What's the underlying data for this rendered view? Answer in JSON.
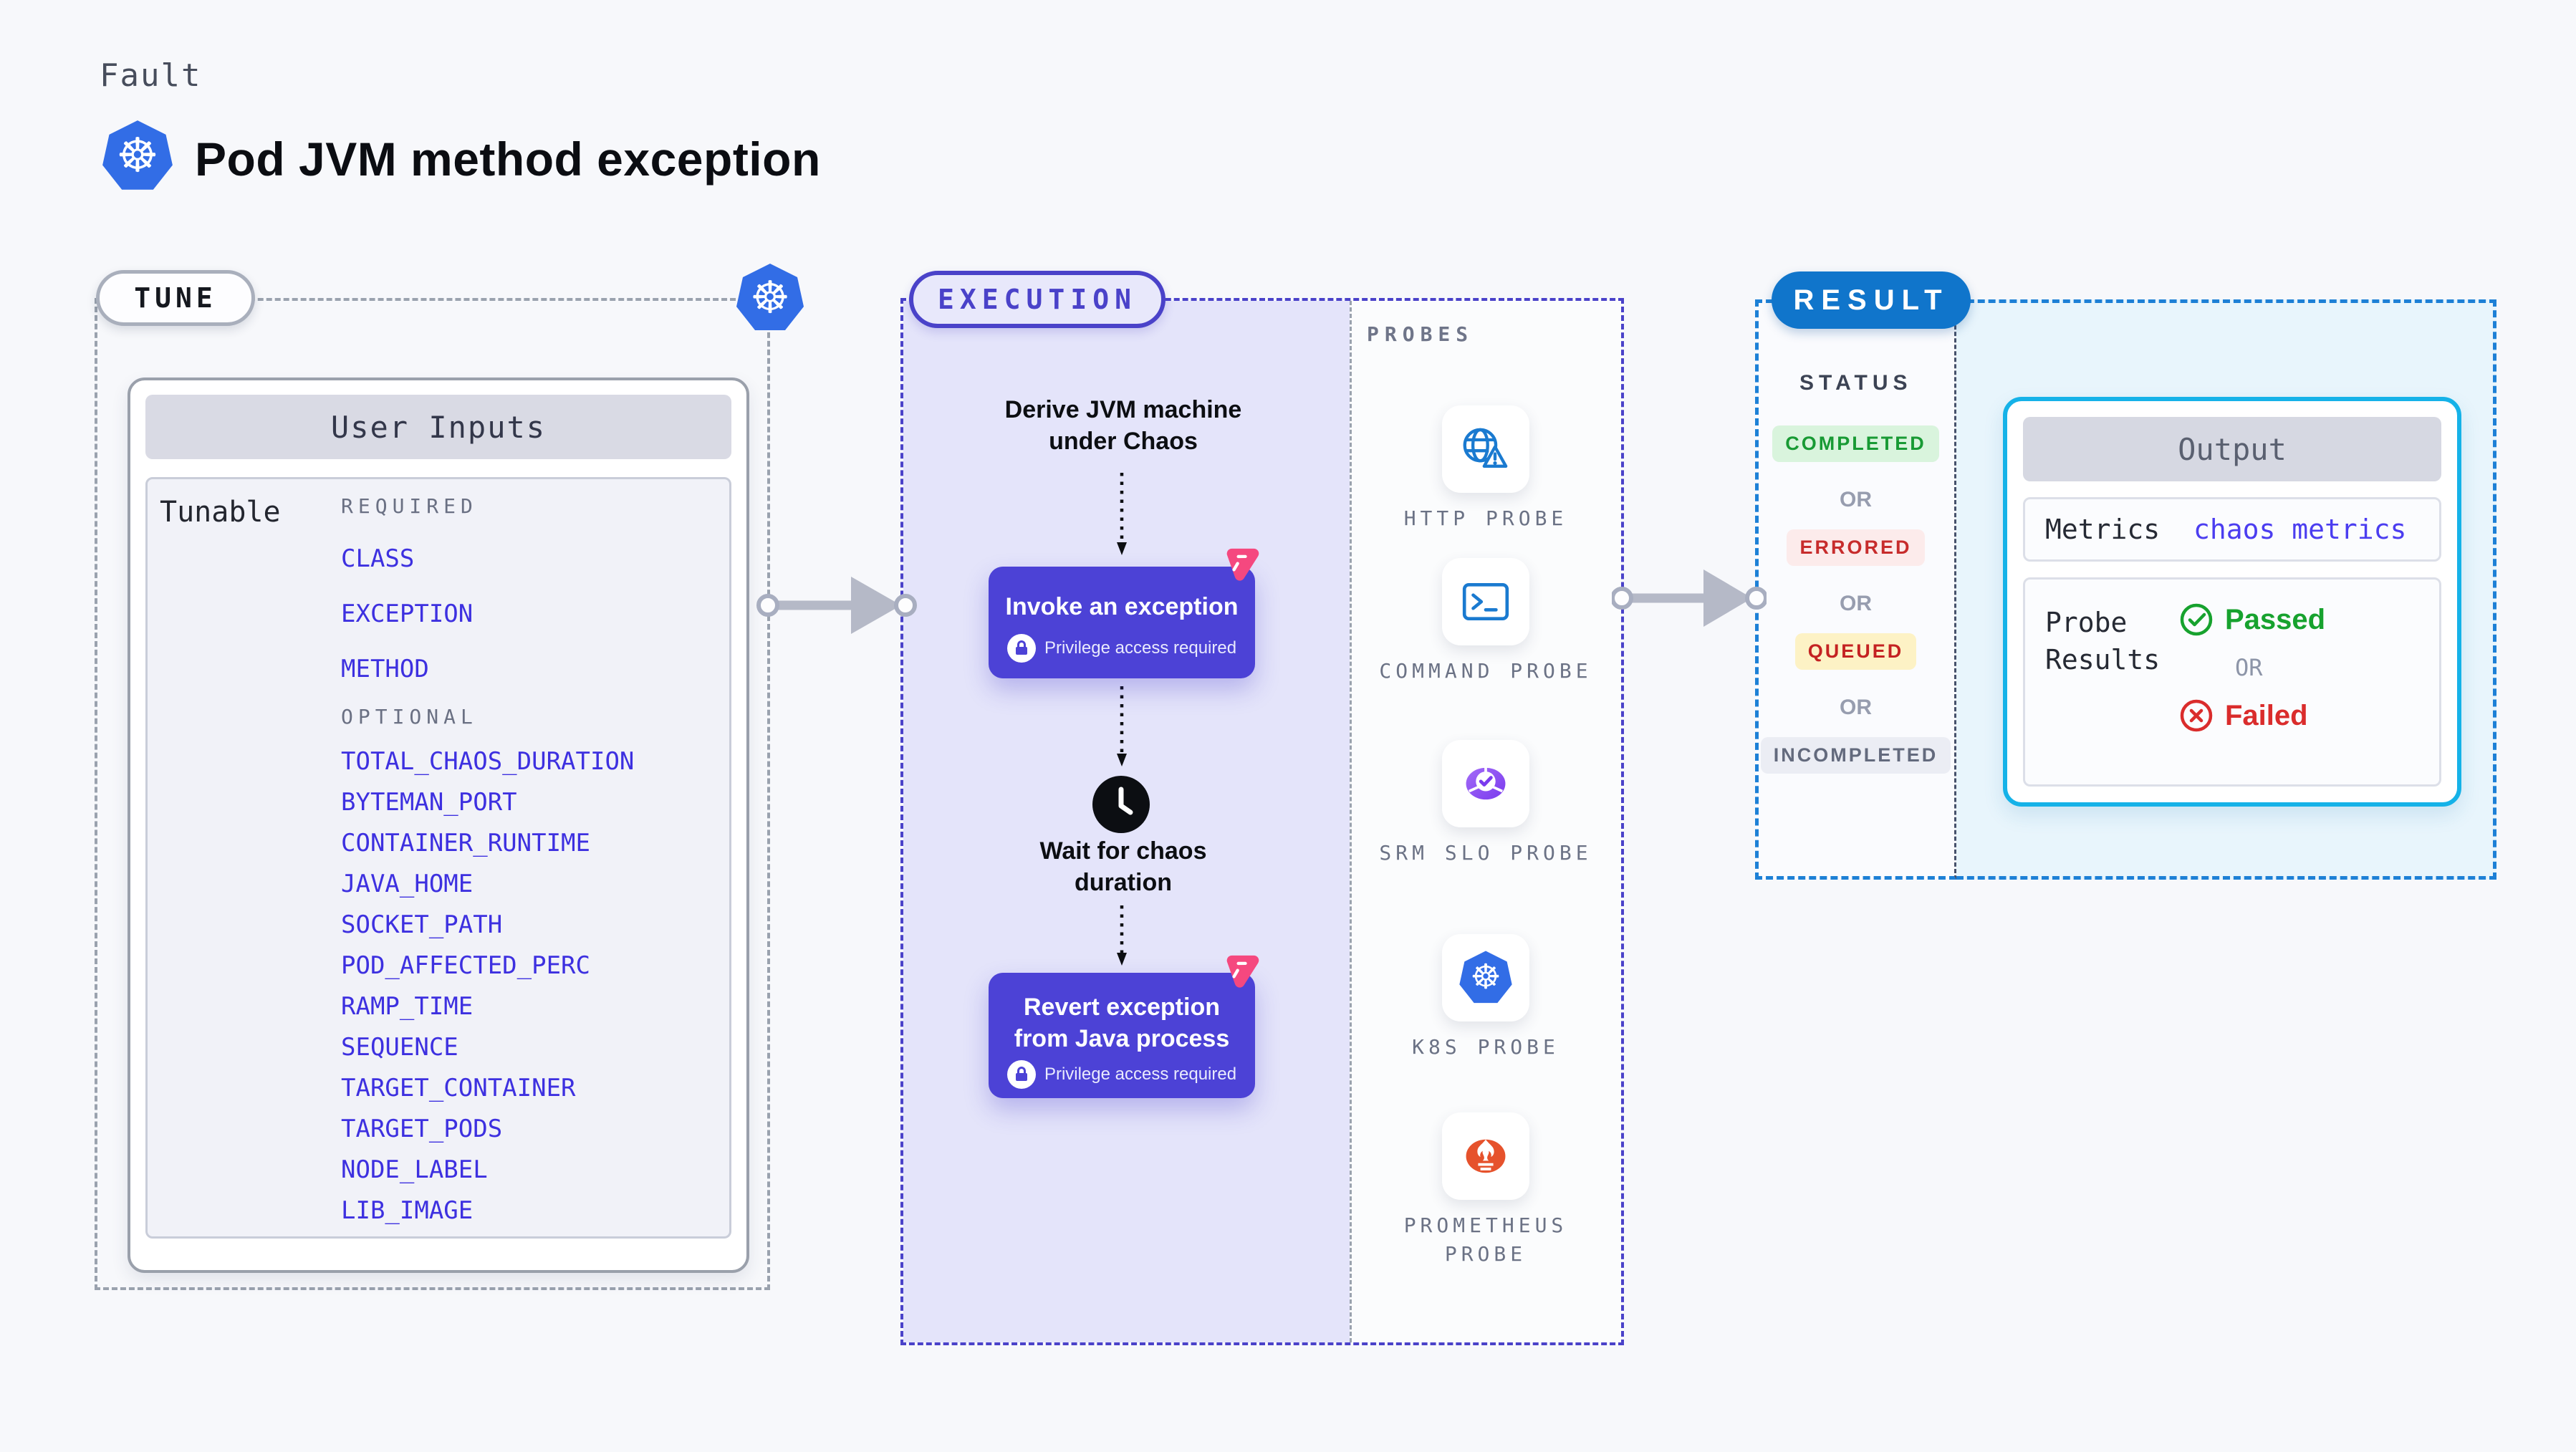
{
  "colors": {
    "page-bg": "#f7f8fb",
    "k8s-blue": "#326de6",
    "indigo": "#4c42d6",
    "indigo-border": "#4a42c9",
    "lavender": "#e4e4fa",
    "param-blue": "#3d30e0",
    "gray-border": "#9aa2ae",
    "muted": "#6f7589",
    "result-blue": "#1075cb",
    "result-dash": "#1d80d6",
    "cyan-border": "#15b2e8",
    "cyan-bg": "#e8f5fc",
    "green": "#18a133",
    "red": "#d32f2f",
    "pink": "#f5487f",
    "prometheus-orange": "#e6522c",
    "badge-completed-bg": "#d9f4dd",
    "badge-completed-fg": "#189a34",
    "badge-errored-bg": "#fcebeb",
    "badge-errored-fg": "#c72c2c",
    "badge-queued-bg": "#fdf2c5",
    "badge-queued-fg": "#c42222",
    "badge-incompleted-bg": "#ebedf4",
    "badge-incompleted-fg": "#636a7d"
  },
  "header": {
    "eyebrow": "Fault",
    "title": "Pod JVM method exception"
  },
  "icons": {
    "kubernetes": "☸",
    "lock": "padlock",
    "clock": "clock-face",
    "chaos": "chaos-spark",
    "http": "globe-alert",
    "command": "terminal",
    "srm": "slo-gauge",
    "prometheus": "flame-torch"
  },
  "tune": {
    "label": "TUNE",
    "card_title": "User Inputs",
    "row_label": "Tunable",
    "required_label": "REQUIRED",
    "required": [
      "CLASS",
      "EXCEPTION",
      "METHOD"
    ],
    "optional_label": "OPTIONAL",
    "optional": [
      "TOTAL_CHAOS_DURATION",
      "BYTEMAN_PORT",
      "CONTAINER_RUNTIME",
      "JAVA_HOME",
      "SOCKET_PATH",
      "POD_AFFECTED_PERC",
      "RAMP_TIME",
      "SEQUENCE",
      "TARGET_CONTAINER",
      "TARGET_PODS",
      "NODE_LABEL",
      "LIB_IMAGE"
    ]
  },
  "execution": {
    "label": "EXECUTION",
    "derive_line1": "Derive JVM machine",
    "derive_line2": "under Chaos",
    "invoke_title": "Invoke an exception",
    "privilege_badge": "Privilege access required",
    "wait_line1": "Wait for chaos",
    "wait_line2": "duration",
    "revert_line1": "Revert exception",
    "revert_line2": "from Java process"
  },
  "probes": {
    "label": "PROBES",
    "items": [
      {
        "name": "HTTP PROBE",
        "icon": "globe-alert-icon"
      },
      {
        "name": "COMMAND PROBE",
        "icon": "terminal-icon"
      },
      {
        "name": "SRM SLO PROBE",
        "icon": "slo-gauge-icon"
      },
      {
        "name": "K8S PROBE",
        "icon": "kubernetes-icon"
      },
      {
        "name": "PROMETHEUS PROBE",
        "icon": "prometheus-icon"
      }
    ]
  },
  "result": {
    "label": "RESULT",
    "status_label": "STATUS",
    "or_label": "OR",
    "statuses": [
      {
        "label": "COMPLETED",
        "type": "completed"
      },
      {
        "label": "ERRORED",
        "type": "errored"
      },
      {
        "label": "QUEUED",
        "type": "queued"
      },
      {
        "label": "INCOMPLETED",
        "type": "incompleted"
      }
    ],
    "output": {
      "title": "Output",
      "metrics_label": "Metrics",
      "metrics_value": "chaos metrics",
      "probe_results_label": "Probe Results",
      "passed": "Passed",
      "or_label": "OR",
      "failed": "Failed"
    }
  }
}
